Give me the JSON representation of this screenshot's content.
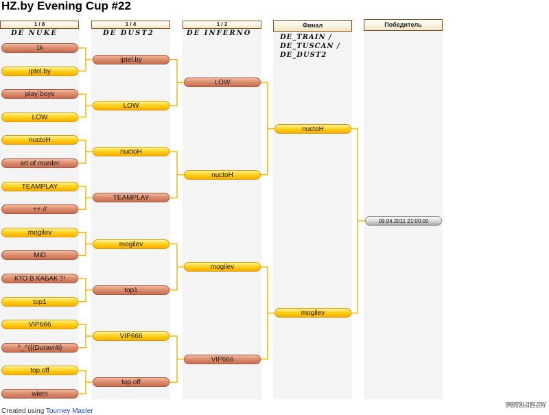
{
  "page": {
    "title": "HZ.by Evening Cup #22",
    "footer_prefix": "Created using ",
    "footer_link": "Tourney Master",
    "watermark": "FOTO.HZ.BY"
  },
  "rounds": [
    {
      "label": "1 / 8",
      "map": "DE NUKE"
    },
    {
      "label": "1 / 4",
      "map": "DE DUST2"
    },
    {
      "label": "1 / 2",
      "map": "DE INFERNO"
    },
    {
      "label": "Финал",
      "map": "DE_TRAIN / DE_TUSCAN / DE_DUST2"
    },
    {
      "label": "Победитель",
      "map": ""
    }
  ],
  "bracket": {
    "round_1_8": [
      {
        "team": "1k",
        "winner": false
      },
      {
        "team": "iptel.by",
        "winner": true
      },
      {
        "team": "play`boys",
        "winner": false
      },
      {
        "team": "LOW",
        "winner": true
      },
      {
        "team": "nuctoH",
        "winner": true
      },
      {
        "team": "art of murder",
        "winner": false
      },
      {
        "team": "TEAMPLAY",
        "winner": true
      },
      {
        "team": "++ //",
        "winner": false
      },
      {
        "team": "mogilev",
        "winner": true
      },
      {
        "team": "MiD",
        "winner": false
      },
      {
        "team": "КТО В КАБАК ?!",
        "winner": false
      },
      {
        "team": "top1",
        "winner": true
      },
      {
        "team": "VIP666",
        "winner": true
      },
      {
        "team": "^_^{{{Duravi4i}",
        "winner": false
      },
      {
        "team": "top.off",
        "winner": true
      },
      {
        "team": "wiem",
        "winner": false
      }
    ],
    "round_1_4": [
      {
        "team": "iptel.by",
        "winner": false
      },
      {
        "team": "LOW",
        "winner": true
      },
      {
        "team": "nuctoH",
        "winner": true
      },
      {
        "team": "TEAMPLAY",
        "winner": false
      },
      {
        "team": "mogilev",
        "winner": true
      },
      {
        "team": "top1",
        "winner": false
      },
      {
        "team": "VIP666",
        "winner": true
      },
      {
        "team": "top.off",
        "winner": false
      }
    ],
    "round_1_2": [
      {
        "team": "LOW",
        "winner": false
      },
      {
        "team": "nuctoH",
        "winner": true
      },
      {
        "team": "mogilev",
        "winner": true
      },
      {
        "team": "VIP666",
        "winner": false
      }
    ],
    "final": [
      {
        "team": "nuctoH",
        "winner": true
      },
      {
        "team": "mogilev",
        "winner": true
      }
    ],
    "winner": {
      "value": "09.04.2011 21:00:00"
    }
  },
  "colors": {
    "winner_slot": "#ffd21e",
    "loser_slot": "#dc8f70",
    "connector": "#ffb400",
    "date_slot": "#d8d8d8"
  }
}
